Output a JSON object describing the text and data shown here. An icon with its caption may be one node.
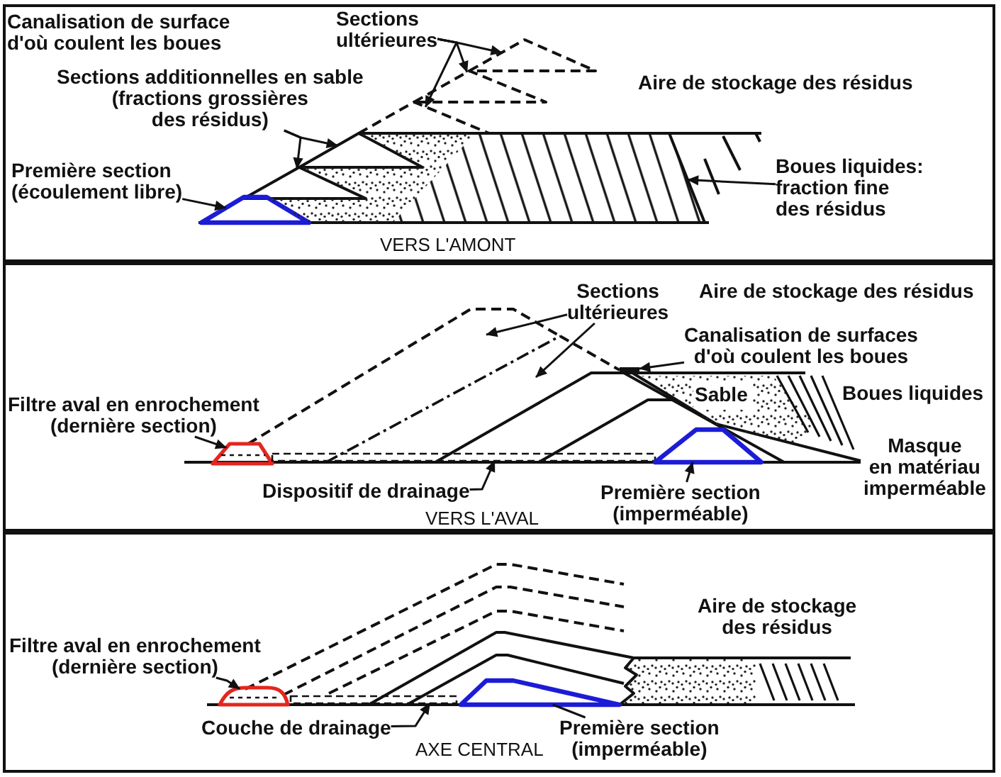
{
  "diagram": {
    "nodes": [
      {
        "text": [
          "Canalisation de surface d'où coulent les boues",
          "Aire de stockage des résidus",
          "VERS L'AMONT"
        ]
      },
      {
        "text": [
          "Sections ultérieures"
        ],
        "in": 0
      },
      {
        "text": [
          "Sections additionnelles en sable (fractions grossières des résidus)"
        ],
        "in": 0
      },
      {
        "text": [
          "Première section (écoulement libre)"
        ],
        "in": 0
      },
      {
        "text": [
          "Boues liquides: fraction fine des résidus"
        ],
        "in": 0
      },
      {
        "text": [],
        "shape": "triangle",
        "in": 0
      },
      {
        "text": [],
        "shape": "triangle",
        "in": 0
      },
      {
        "text": [],
        "shape": "triangle",
        "in": 0
      },
      {
        "text": [],
        "shape": "triangle",
        "in": 0
      },
      {
        "text": [],
        "shape": "triangle",
        "in": 0
      },
      {
        "text": [],
        "shape": "trapezoid",
        "in": 0
      },
      {
        "text": [],
        "shape": "area",
        "in": 0
      },
      {
        "text": [],
        "shape": "area",
        "in": 0
      },
      {
        "text": [
          "Aire de stockage des résidus",
          "Boues liquides",
          "Masque en matériau imperméable",
          "VERS L'AVAL"
        ]
      },
      {
        "text": [
          "Sections ultérieures"
        ],
        "in": 13
      },
      {
        "text": [
          "Canalisation de surfaces d'où coulent les boues"
        ],
        "in": 13
      },
      {
        "text": [
          "Sable"
        ],
        "in": 13
      },
      {
        "text": [
          "Filtre aval en enrochement (dernière section)"
        ],
        "in": 13
      },
      {
        "text": [
          "Dispositif de drainage"
        ],
        "in": 13
      },
      {
        "text": [
          "Première section (imperméable)"
        ],
        "in": 13
      },
      {
        "text": [],
        "shape": "band",
        "in": 13
      },
      {
        "text": [],
        "shape": "band",
        "in": 13
      },
      {
        "text": [],
        "shape": "bar",
        "in": 13
      },
      {
        "text": [],
        "shape": "trapezoid",
        "in": 13
      },
      {
        "text": [],
        "shape": "bar",
        "in": 13
      },
      {
        "text": [],
        "shape": "trapezoid",
        "in": 13
      },
      {
        "text": [],
        "shape": "area",
        "in": 13
      },
      {
        "text": [
          "Aire de stockage des résidus",
          "AXE CENTRAL"
        ]
      },
      {
        "text": [
          "Filtre aval en enrochement (dernière section)"
        ],
        "in": 27
      },
      {
        "text": [
          "Couche de drainage"
        ],
        "in": 27
      },
      {
        "text": [
          "Première section (imperméable)"
        ],
        "in": 27
      },
      {
        "text": [],
        "shape": "mound",
        "in": 27
      },
      {
        "text": [],
        "shape": "bar",
        "in": 27
      },
      {
        "text": [],
        "shape": "trapezoid",
        "in": 27
      },
      {
        "text": [],
        "shape": "area",
        "in": 27
      },
      {
        "text": [],
        "shape": "area",
        "in": 27
      }
    ],
    "edges": [
      {
        "from": 1,
        "to": 5,
        "arrow": "to"
      },
      {
        "from": 1,
        "to": 6,
        "arrow": "to"
      },
      {
        "from": 1,
        "to": 7,
        "arrow": "to"
      },
      {
        "from": 2,
        "to": 8,
        "arrow": "to"
      },
      {
        "from": 2,
        "to": 9,
        "arrow": "to"
      },
      {
        "from": 3,
        "to": 10,
        "arrow": "to"
      },
      {
        "from": 4,
        "to": 11,
        "arrow": "to"
      },
      {
        "from": 14,
        "to": 20,
        "arrow": "to"
      },
      {
        "from": 14,
        "to": 21,
        "arrow": "to"
      },
      {
        "from": 15,
        "to": 22,
        "arrow": "to"
      },
      {
        "from": 17,
        "to": 23,
        "arrow": "to"
      },
      {
        "from": 18,
        "to": 24,
        "arrow": "to"
      },
      {
        "from": 19,
        "to": 25,
        "arrow": "to"
      },
      {
        "from": 28,
        "to": 31,
        "arrow": "to"
      },
      {
        "from": 29,
        "to": 32,
        "arrow": "to"
      },
      {
        "from": 30,
        "to": 33,
        "arrow": "none"
      }
    ]
  }
}
